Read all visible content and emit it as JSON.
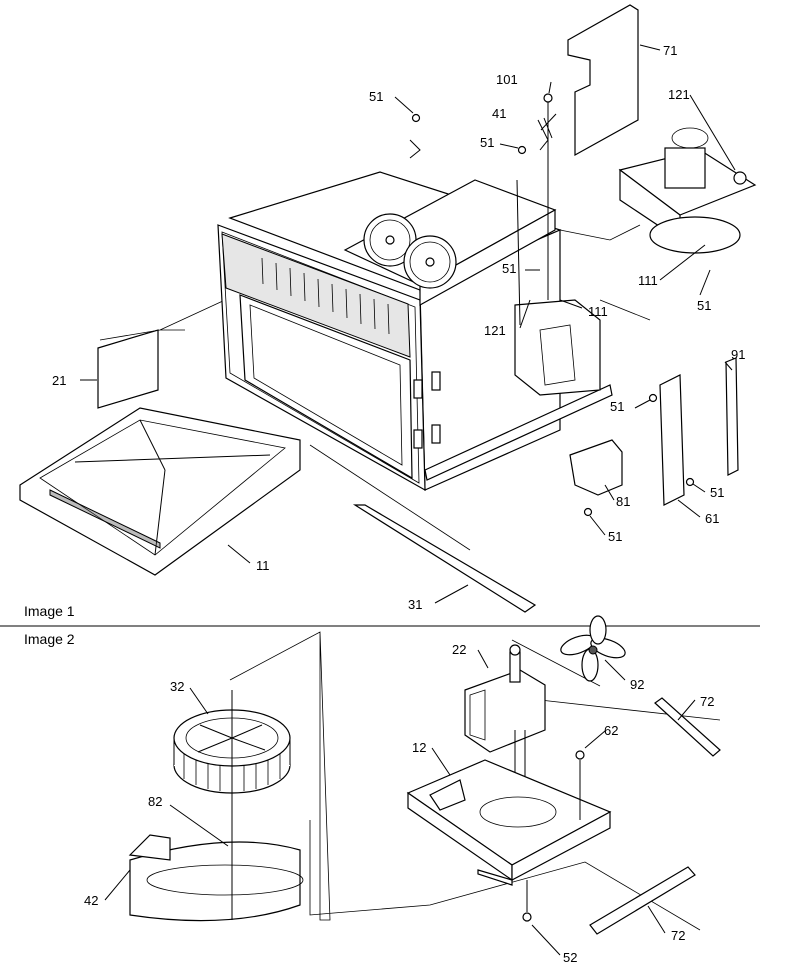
{
  "sections": [
    {
      "id": "image1",
      "label": "Image 1"
    },
    {
      "id": "image2",
      "label": "Image 2"
    }
  ],
  "callouts": {
    "c11": "11",
    "c21": "21",
    "c31": "31",
    "c41": "41",
    "c51a": "51",
    "c51b": "51",
    "c51c": "51",
    "c51d": "51",
    "c51e": "51",
    "c51f": "51",
    "c51g": "51",
    "c61": "61",
    "c71": "71",
    "c81": "81",
    "c91": "91",
    "c101": "101",
    "c111a": "111",
    "c111b": "111",
    "c121a": "121",
    "c121b": "121",
    "c12": "12",
    "c22": "22",
    "c32": "32",
    "c42": "42",
    "c52": "52",
    "c62": "62",
    "c72a": "72",
    "c72b": "72",
    "c82": "82",
    "c92": "92"
  }
}
